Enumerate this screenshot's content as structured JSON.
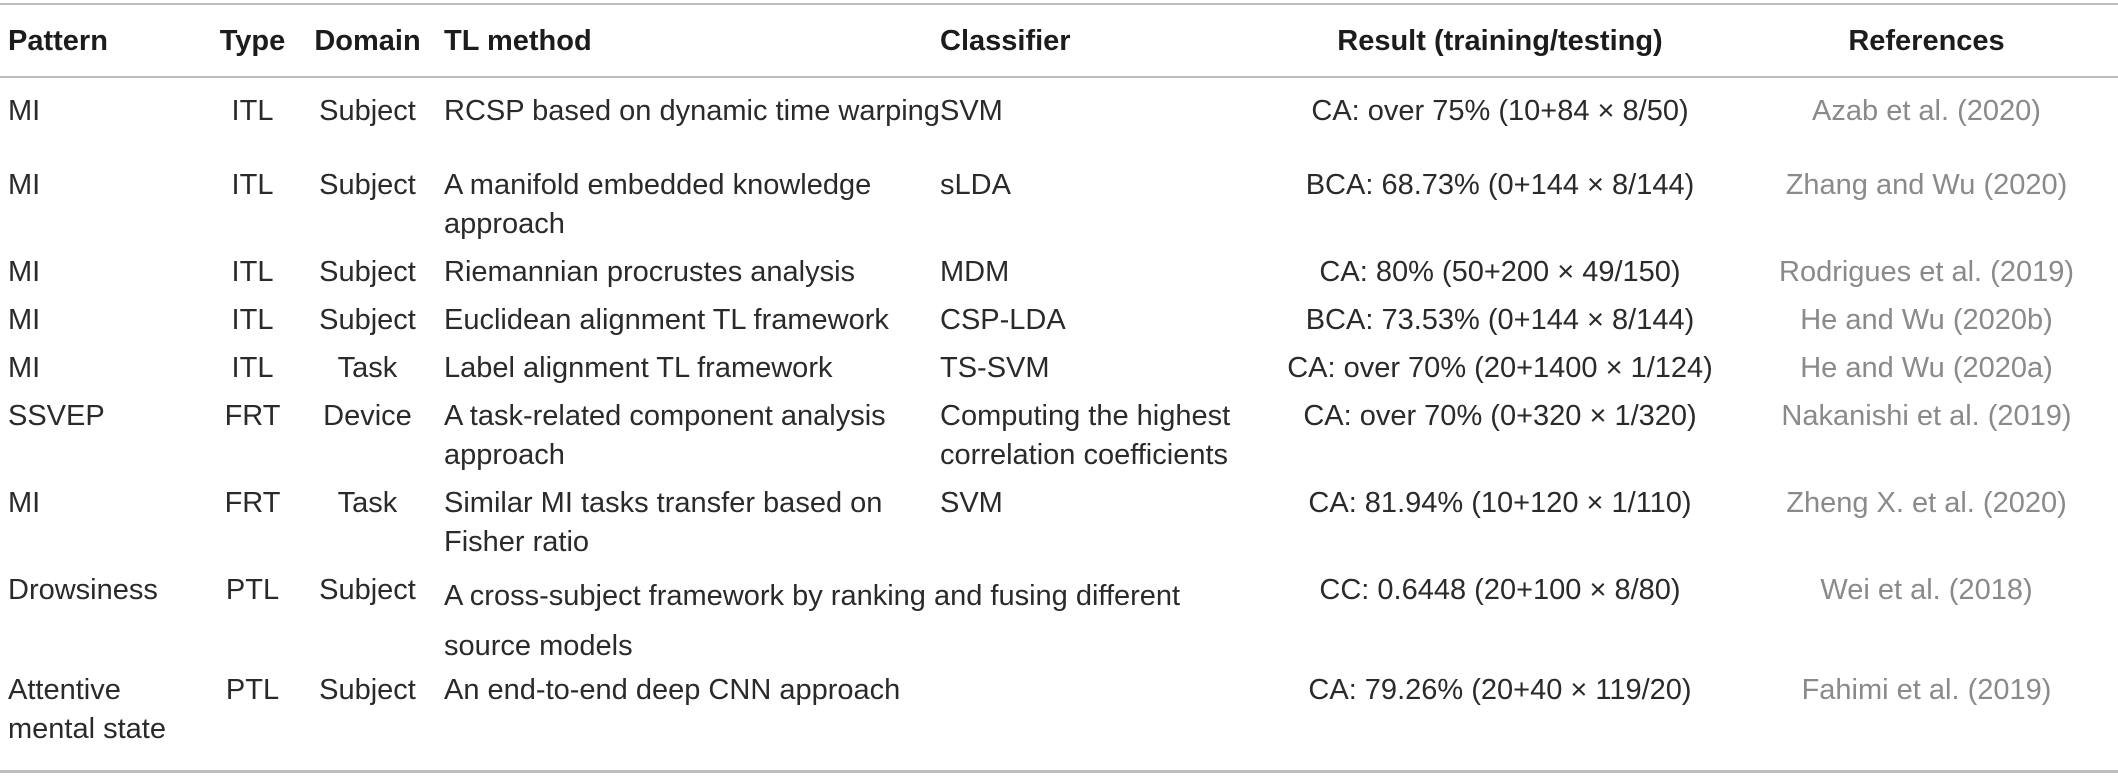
{
  "table": {
    "headers": {
      "pattern": "Pattern",
      "type": "Type",
      "domain": "Domain",
      "tl_method": "TL method",
      "classifier": "Classifier",
      "result": "Result (training/testing)",
      "references": "References"
    },
    "rows": [
      {
        "pattern": "MI",
        "type": "ITL",
        "domain": "Subject",
        "tl_method": "RCSP based on dynamic time warping",
        "classifier": "SVM",
        "result": "CA: over 75% (10+84 × 8/50)",
        "reference": "Azab et al. (2020)"
      },
      {
        "pattern": "MI",
        "type": "ITL",
        "domain": "Subject",
        "tl_method": "A manifold embedded knowledge approach",
        "classifier": "sLDA",
        "result": "BCA: 68.73% (0+144 × 8/144)",
        "reference": "Zhang and Wu (2020)"
      },
      {
        "pattern": "MI",
        "type": "ITL",
        "domain": "Subject",
        "tl_method": "Riemannian procrustes analysis",
        "classifier": "MDM",
        "result": "CA: 80% (50+200 × 49/150)",
        "reference": "Rodrigues et al. (2019)"
      },
      {
        "pattern": "MI",
        "type": "ITL",
        "domain": "Subject",
        "tl_method": "Euclidean alignment TL framework",
        "classifier": "CSP-LDA",
        "result": "BCA: 73.53% (0+144 × 8/144)",
        "reference": "He and Wu (2020b)"
      },
      {
        "pattern": "MI",
        "type": "ITL",
        "domain": "Task",
        "tl_method": "Label alignment TL framework",
        "classifier": "TS-SVM",
        "result": "CA: over 70% (20+1400 × 1/124)",
        "reference": "He and Wu (2020a)"
      },
      {
        "pattern": "SSVEP",
        "type": "FRT",
        "domain": "Device",
        "tl_method": "A task-related component analysis approach",
        "classifier": "Computing the highest correlation coefficients",
        "result": "CA: over 70% (0+320 × 1/320)",
        "reference": "Nakanishi et al. (2019)"
      },
      {
        "pattern": "MI",
        "type": "FRT",
        "domain": "Task",
        "tl_method": "Similar MI tasks transfer based on Fisher ratio",
        "classifier": "SVM",
        "result": "CA: 81.94% (10+120 × 1/110)",
        "reference": "Zheng X. et al. (2020)"
      },
      {
        "pattern": "Drowsiness",
        "type": "PTL",
        "domain": "Subject",
        "tl_method": "A cross-subject framework by ranking and fusing different source models",
        "classifier": "",
        "result": "CC: 0.6448 (20+100 × 8/80)",
        "reference": "Wei et al. (2018)"
      },
      {
        "pattern": "Attentive mental state",
        "type": "PTL",
        "domain": "Subject",
        "tl_method": "An end-to-end deep CNN approach",
        "classifier": "",
        "result": "CA: 79.26% (20+40 × 119/20)",
        "reference": "Fahimi et al. (2019)"
      }
    ]
  }
}
